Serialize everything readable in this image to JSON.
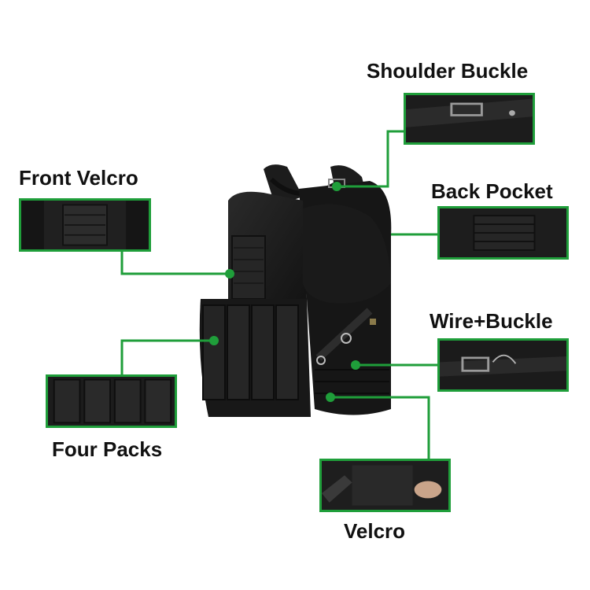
{
  "callouts": {
    "shoulder_buckle": "Shoulder Buckle",
    "front_velcro": "Front Velcro",
    "back_pocket": "Back Pocket",
    "wire_buckle": "Wire+Buckle",
    "four_packs": "Four Packs",
    "velcro": "Velcro"
  },
  "colors": {
    "callout_line": "#1f9e3a",
    "vest_fabric": "#1e1e1e",
    "label_text": "#111111",
    "background": "#ffffff"
  }
}
